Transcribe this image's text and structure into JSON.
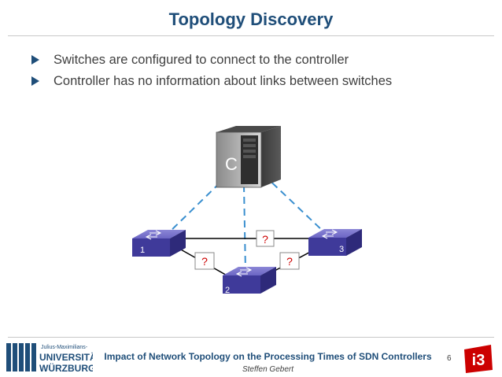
{
  "slide": {
    "title": "Topology Discovery",
    "bullets": [
      "Switches are configured to connect to the controller",
      "Controller has no information about links between switches"
    ]
  },
  "diagram": {
    "controller_label": "C",
    "switch_labels": [
      "1",
      "2",
      "3"
    ],
    "unknown_link_marker": "?"
  },
  "footer": {
    "title": "Impact of Network Topology on the Processing Times of SDN Controllers",
    "author": "Steffen Gebert",
    "page_number": "6",
    "logo_lines": [
      "Julius-Maximilians-",
      "UNIVERSITÄT",
      "WÜRZBURG"
    ],
    "logo_mark": "i3"
  },
  "colors": {
    "title": "#1f4e79",
    "switch": "#4f4aa8",
    "link_unknown": "#cc0000",
    "controller_link": "#3a8fcf",
    "logo_red": "#cc0000"
  }
}
